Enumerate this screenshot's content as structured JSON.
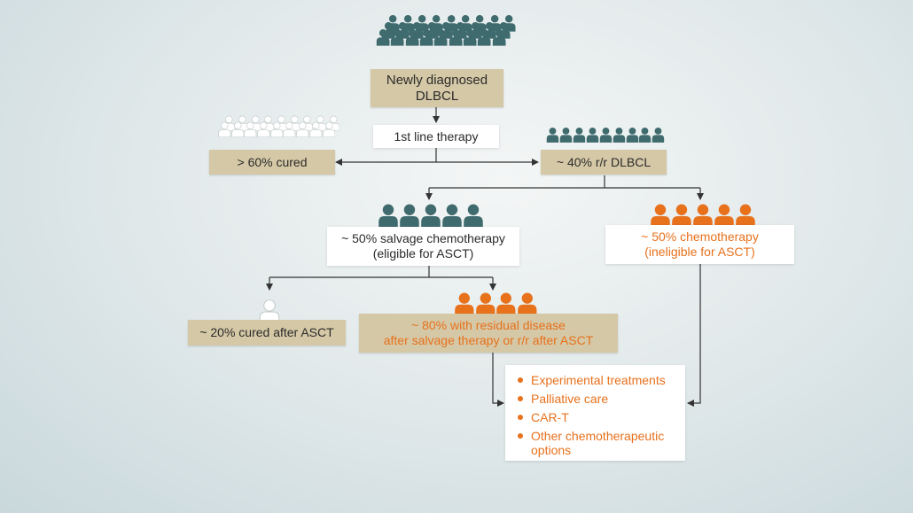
{
  "colors": {
    "teal": "#3f6b6e",
    "orange": "#e8711c",
    "tan": "#d5c8a6",
    "white": "#ffffff"
  },
  "nodes": {
    "newly_diagnosed": [
      "Newly diagnosed",
      "DLBCL"
    ],
    "first_line": "1st line therapy",
    "cured_60": "> 60% cured",
    "rr_40": "~ 40% r/r DLBCL",
    "salvage": [
      "~ 50% salvage chemotherapy",
      "(eligible for ASCT)"
    ],
    "chemo_ineligible": [
      "~ 50% chemotherapy",
      "(ineligible for ASCT)"
    ],
    "cured_20": "~ 20% cured after ASCT",
    "residual": [
      "~ 80% with residual disease",
      "after salvage therapy or r/r after ASCT"
    ],
    "options": [
      "Experimental treatments",
      "Palliative care",
      "CAR-T",
      "Other chemotherapeutic options"
    ]
  },
  "people_icons": {
    "newly_diagnosed": "person-icon-teal",
    "cured_60": "person-icon-white",
    "rr_40": "person-icon-teal",
    "salvage": "person-icon-teal",
    "chemo_ineligible": "person-icon-orange",
    "cured_20": "person-icon-white",
    "residual": "person-icon-orange"
  }
}
